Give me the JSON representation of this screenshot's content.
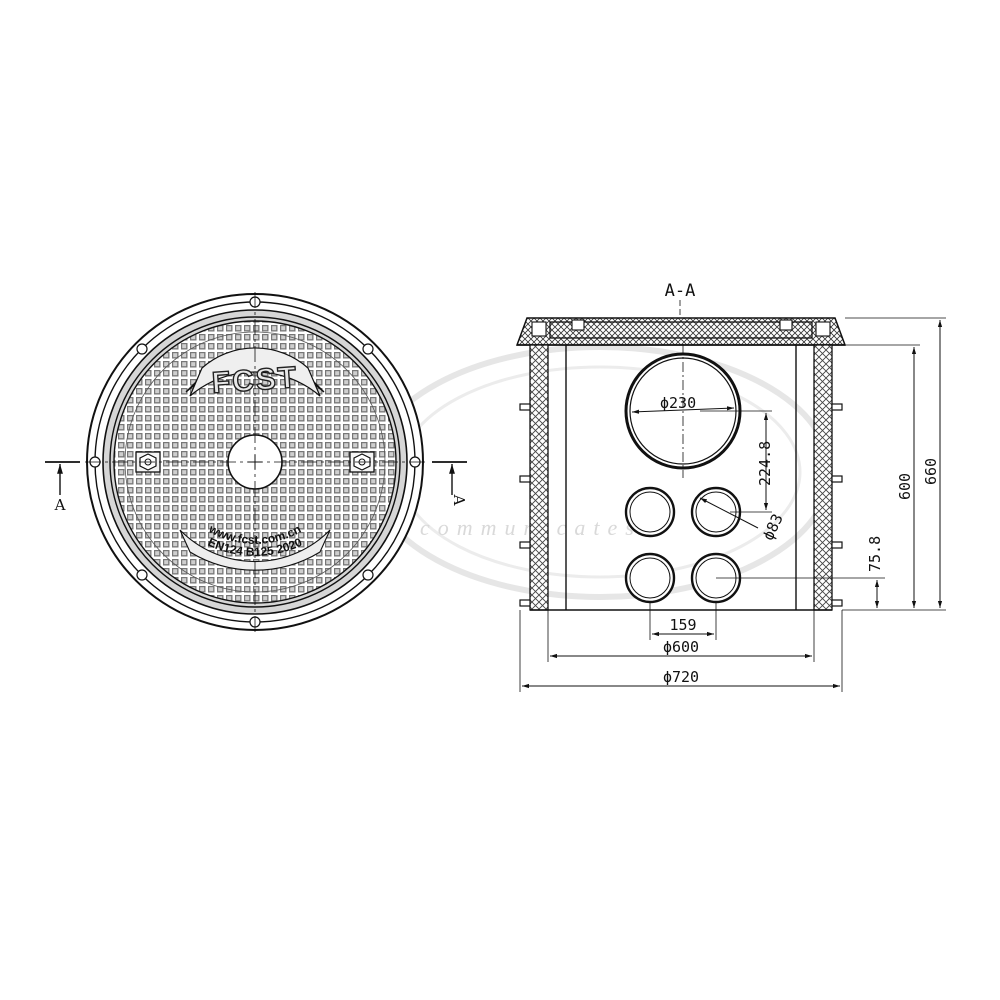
{
  "watermark": {
    "text": "communicatest"
  },
  "plan_view": {
    "logo_text": "FCST",
    "section_marks": [
      "A",
      "A"
    ],
    "cover_inscription": [
      "www.fcst.com.cn",
      "EN124 B125 2020"
    ]
  },
  "section_view": {
    "title": "A-A",
    "dimensions": {
      "large_hole_diameter": "ϕ230",
      "small_hole_diameter": "ϕ83",
      "hole_vertical_offset": "224.8",
      "bottom_hole_height": "75.8",
      "hole_spacing": "159",
      "inner_diameter": "ϕ600",
      "outer_diameter": "ϕ720",
      "inner_height": "600",
      "total_height": "660"
    }
  }
}
